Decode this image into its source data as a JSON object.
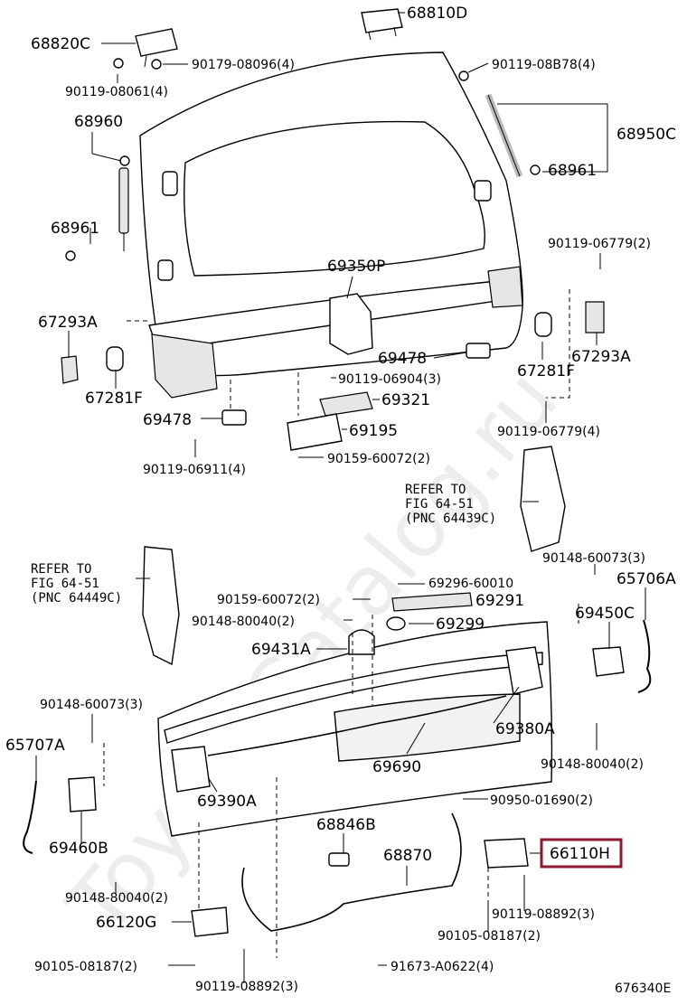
{
  "diagram_number": "676340E",
  "watermark": "ToyotaCatalog.ru",
  "highlight_color": "#8b1a2f",
  "labels": {
    "p68810D": "68810D",
    "p68820C": "68820C",
    "p90179": "90179-08096(4)",
    "p90119_08061": "90119-08061(4)",
    "p90119_08B78": "90119-08B78(4)",
    "p68960": "68960",
    "p68950C": "68950C",
    "p68961_l": "68961",
    "p68961_r": "68961",
    "p90119_06779_a": "90119-06779(2)",
    "p69350P": "69350P",
    "p67293A_l": "67293A",
    "p67293A_r": "67293A",
    "p67281F_l": "67281F",
    "p67281F_r": "67281F",
    "p69478_c": "69478",
    "p69478_l": "69478",
    "p90119_06904": "90119-06904(3)",
    "p69321": "69321",
    "p90119_06779_b": "90119-06779(4)",
    "p69195": "69195",
    "p90119_06911": "90119-06911(4)",
    "p90159_60072_a": "90159-60072(2)",
    "ref_r_1": "REFER TO",
    "ref_r_2": "FIG 64-51",
    "ref_r_3": "(PNC 64439C)",
    "ref_l_1": "REFER TO",
    "ref_l_2": "FIG 64-51",
    "ref_l_3": "(PNC 64449C)",
    "p90148_60073_r": "90148-60073(3)",
    "p65706A": "65706A",
    "p69296": "69296-60010",
    "p90159_60072_b": "90159-60072(2)",
    "p69291": "69291",
    "p90148_80040_a": "90148-80040(2)",
    "p69299": "69299",
    "p69450C": "69450C",
    "p69431A": "69431A",
    "p90148_60073_l": "90148-60073(3)",
    "p69380A": "69380A",
    "p65707A": "65707A",
    "p90148_80040_b": "90148-80040(2)",
    "p69690": "69690",
    "p69390A": "69390A",
    "p90950": "90950-01690(2)",
    "p68846B": "68846B",
    "p69460B": "69460B",
    "p68870": "68870",
    "p66110H": "66110H",
    "p90148_80040_c": "90148-80040(2)",
    "p66120G": "66120G",
    "p90119_08892_r": "90119-08892(3)",
    "p90105_08187_r": "90105-08187(2)",
    "p90105_08187_l": "90105-08187(2)",
    "p91673": "91673-A0622(4)",
    "p90119_08892_l": "90119-08892(3)"
  }
}
